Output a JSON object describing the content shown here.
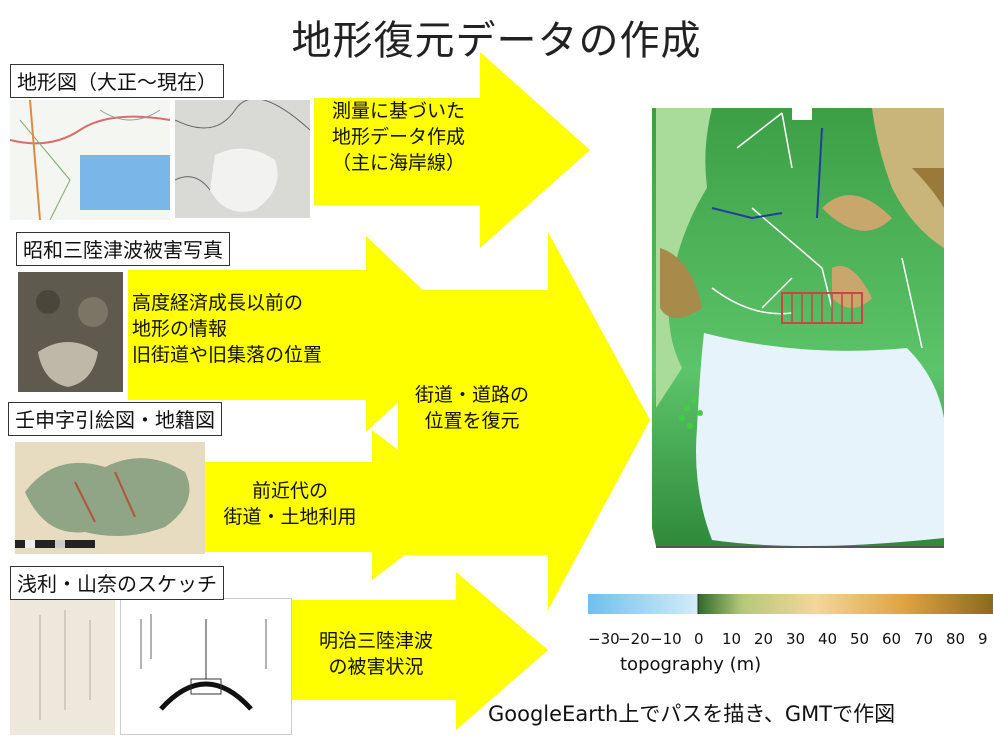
{
  "title": "地形復元データの作成",
  "sources": [
    {
      "label": "地形図（大正～現在）"
    },
    {
      "label": "昭和三陸津波被害写真"
    },
    {
      "label": "壬申字引絵図・地籍図"
    },
    {
      "label": "浅利・山奈のスケッチ"
    }
  ],
  "arrows": [
    {
      "lines": [
        "測量に基づいた",
        "地形データ作成",
        "（主に海岸線）"
      ]
    },
    {
      "lines": [
        "高度経済成長以前の",
        "地形の情報",
        "旧街道や旧集落の位置"
      ]
    },
    {
      "lines": [
        "前近代の",
        "街道・土地利用"
      ]
    },
    {
      "lines": [
        "明治三陸津波",
        "の被害状況"
      ]
    },
    {
      "lines": [
        "街道・道路の",
        "位置を復元"
      ]
    }
  ],
  "colorbar": {
    "ticks": [
      "−30",
      "−20",
      "−10",
      "0",
      "10",
      "20",
      "30",
      "40",
      "50",
      "60",
      "70",
      "80",
      "9"
    ],
    "label": "topography (m)",
    "ocean_color": "#a6d8ef",
    "land_low_color": "#2f8a3a",
    "land_high_color": "#8a6a1e"
  },
  "footer": "GoogleEarth上でパスを描き、GMTで作図",
  "colors": {
    "arrow": "#ffff00",
    "ocean": "#e6f3fa",
    "land": "#4caf50"
  }
}
